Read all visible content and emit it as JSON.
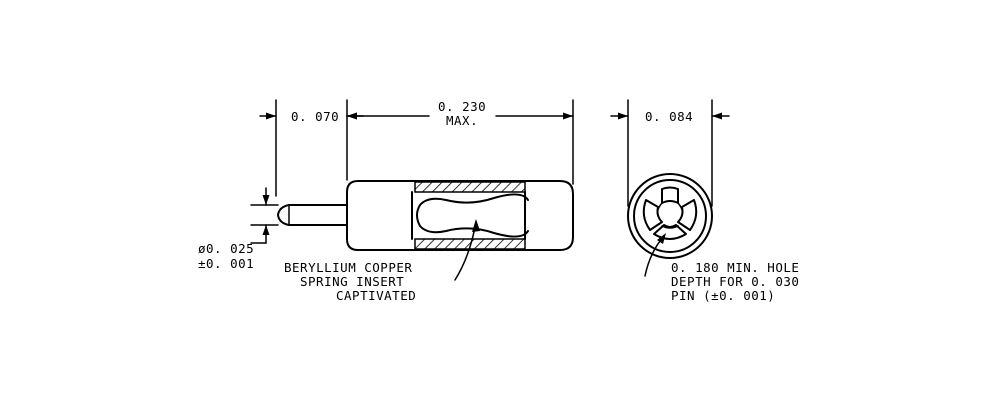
{
  "dimensions": {
    "tip_length": "0. 070",
    "body_length": "0. 230",
    "body_length_note": "MAX.",
    "outer_diameter": "0. 084",
    "pin_diameter": "ø0. 025",
    "pin_tolerance": "±0. 001"
  },
  "callouts": {
    "insert": [
      "BERYLLIUM COPPER",
      "SPRING INSERT",
      "CAPTIVATED"
    ],
    "hole": [
      "0. 180 MIN.  HOLE",
      "DEPTH FOR 0. 030",
      "PIN (±0. 001)"
    ]
  }
}
